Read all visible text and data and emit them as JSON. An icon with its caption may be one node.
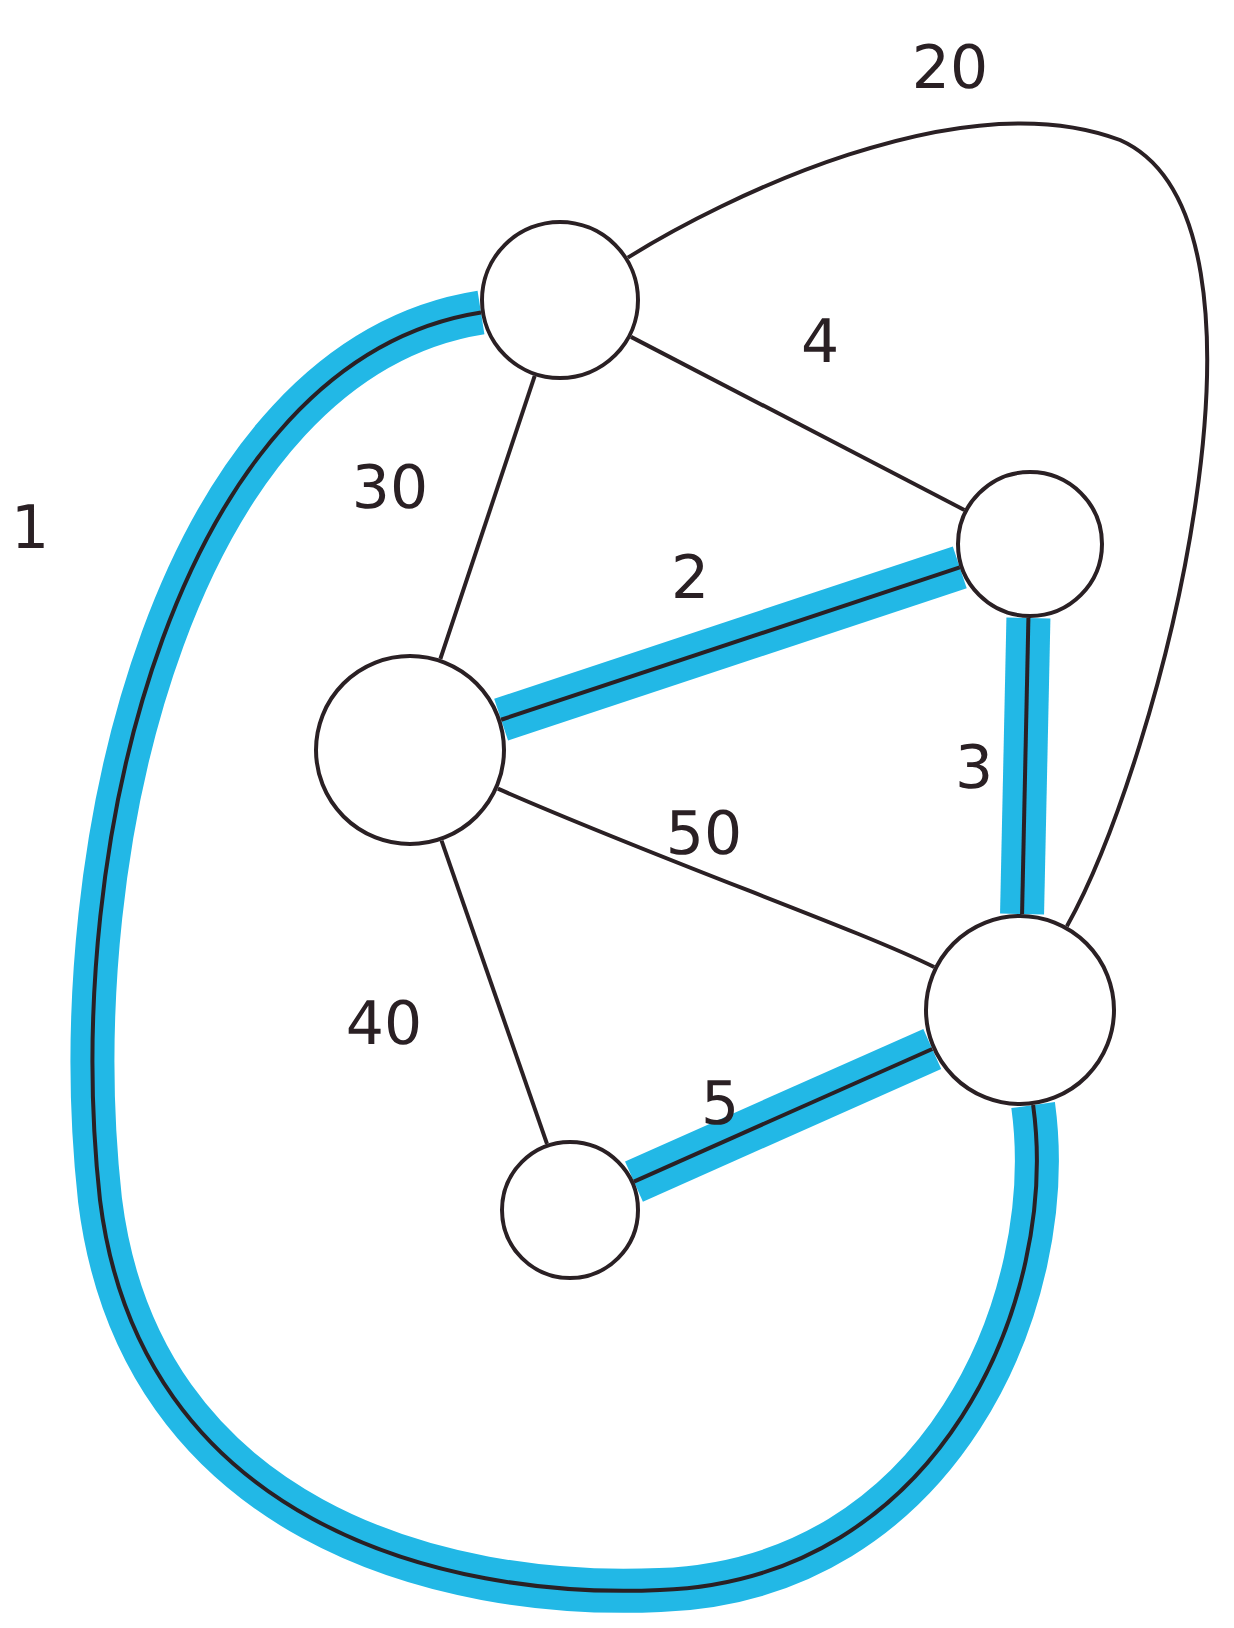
{
  "diagram": {
    "nodes": [
      {
        "text": [],
        "shape": "circle"
      },
      {
        "text": [],
        "shape": "circle"
      },
      {
        "text": [],
        "shape": "circle"
      },
      {
        "text": [],
        "shape": "circle"
      },
      {
        "text": [],
        "shape": "circle"
      }
    ],
    "edges": [
      {
        "from": 0,
        "to": 1,
        "arrow": "none",
        "label": "4"
      },
      {
        "from": 0,
        "to": 2,
        "arrow": "none",
        "label": "30"
      },
      {
        "from": 0,
        "to": 3,
        "arrow": "none",
        "label": "20"
      },
      {
        "from": 0,
        "to": 3,
        "arrow": "none",
        "label": "1",
        "style": "thick",
        "color": "#22b8e6"
      },
      {
        "from": 2,
        "to": 1,
        "arrow": "none",
        "label": "2",
        "style": "thick",
        "color": "#22b8e6"
      },
      {
        "from": 1,
        "to": 3,
        "arrow": "none",
        "label": "3",
        "style": "thick",
        "color": "#22b8e6"
      },
      {
        "from": 2,
        "to": 3,
        "arrow": "none",
        "label": "50"
      },
      {
        "from": 2,
        "to": 4,
        "arrow": "none",
        "label": "40"
      },
      {
        "from": 4,
        "to": 3,
        "arrow": "none",
        "label": "5",
        "style": "thick",
        "color": "#22b8e6"
      }
    ]
  }
}
